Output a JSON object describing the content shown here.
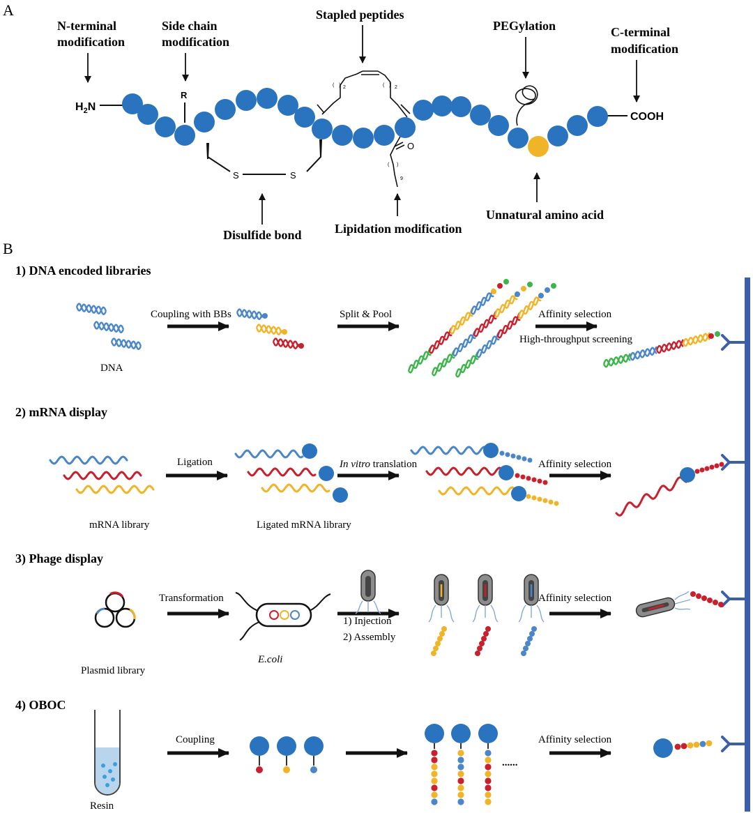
{
  "panel_a": {
    "letter": "A",
    "labels": {
      "n_terminal_1": "N-terminal",
      "n_terminal_2": "modification",
      "side_chain_1": "Side chain",
      "side_chain_2": "modification",
      "stapled": "Stapled peptides",
      "pegylation": "PEGylation",
      "c_terminal_1": "C-terminal",
      "c_terminal_2": "modification",
      "disulfide": "Disulfide bond",
      "lipidation": "Lipidation modification",
      "unnatural": "Unnatural amino acid"
    },
    "chem": {
      "h2n_h": "H",
      "h2n_sub": "2",
      "h2n_n": "N",
      "cooh": "COOH",
      "r": "R",
      "s": "S",
      "sub2": "2",
      "o": "O",
      "paren_l": "(",
      "paren_r": ")",
      "sub9": "9"
    }
  },
  "panel_b": {
    "letter": "B",
    "methods": [
      {
        "title": "1)   DNA encoded libraries",
        "steps": [
          "Coupling with BBs",
          "Split & Pool",
          "Affinity selection",
          "High-throughput screening"
        ],
        "captions": [
          "DNA"
        ]
      },
      {
        "title": "2)  mRNA display",
        "steps": [
          "Ligation",
          "In vitro",
          " translation",
          "Affinity selection"
        ],
        "captions": [
          "mRNA library",
          "Ligated mRNA library"
        ]
      },
      {
        "title": "3)  Phage display",
        "steps": [
          "Transformation",
          "1)  Injection",
          "2)  Assembly",
          "Affinity selection"
        ],
        "captions": [
          "Plasmid library",
          "E.coli"
        ]
      },
      {
        "title": "4)  OBOC",
        "steps": [
          "Coupling",
          "Affinity selection",
          "......"
        ],
        "captions": [
          "Resin"
        ]
      }
    ]
  },
  "colors": {
    "blue": "#2a73bf",
    "dna_blue": "#4a86c8",
    "red": "#c8202c",
    "yellow": "#f0b429",
    "green": "#3cb54a",
    "target": "#3b5fa8",
    "black": "#111111",
    "grey_phage": "#8c8c8c"
  }
}
